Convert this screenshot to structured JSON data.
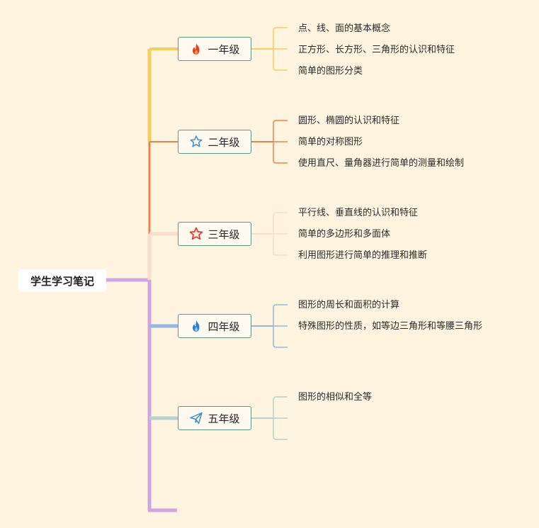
{
  "root": {
    "label": "学生学习笔记"
  },
  "grades": [
    {
      "label": "一年级",
      "icon": "fire-icon",
      "color": "#f6ce5b",
      "topics": [
        "点、线、面的基本概念",
        "正方形、长方形、三角形的认识和特征",
        "简单的图形分类"
      ]
    },
    {
      "label": "二年级",
      "icon": "star-outline-icon",
      "color": "#e8834a",
      "topics": [
        "圆形、椭圆的认识和特征",
        "简单的对称图形",
        "使用直尺、量角器进行简单的测量和绘制"
      ]
    },
    {
      "label": "三年级",
      "icon": "star-red-icon",
      "color": "#f9dcca",
      "topics": [
        "平行线、垂直线的认识和特征",
        "简单的多边形和多面体",
        "利用图形进行简单的推理和推断"
      ]
    },
    {
      "label": "四年级",
      "icon": "water-flame-icon",
      "color": "#8fb8e4",
      "topics": [
        "图形的周长和面积的计算",
        "特殊图形的性质，如等边三角形和等腰三角形",
        ""
      ]
    },
    {
      "label": "五年级",
      "icon": "paper-plane-icon",
      "color": "#b6d2cc",
      "topics": [
        "图形的相似和全等",
        "",
        ""
      ]
    }
  ],
  "trunk_color": "#cfa6e3"
}
